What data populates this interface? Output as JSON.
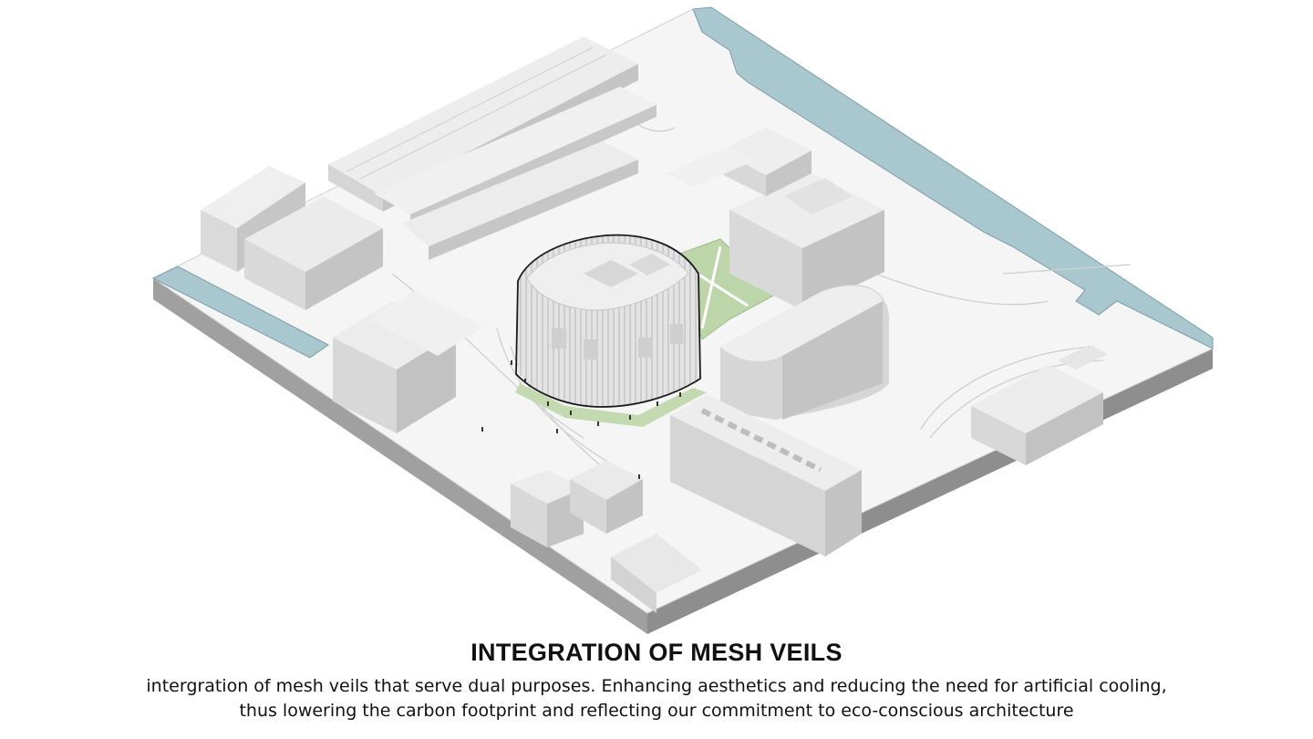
{
  "diagram": {
    "kind": "isometric site axonometric",
    "colors": {
      "water": "#a9c7cf",
      "green": "#bcd5a9",
      "slab_side": "#9b9b9b",
      "ground": "#f4f4f4",
      "building_top": "#ececec",
      "building_left": "#d6d6d6",
      "building_right": "#c4c4c4",
      "mesh_outline": "#1a1a1a"
    },
    "icons": [
      "mesh-veil-building",
      "canal-water",
      "green-park",
      "site-slab"
    ]
  },
  "caption": {
    "title": "INTEGRATION OF MESH VEILS",
    "line1": "intergration of mesh veils that serve dual purposes. Enhancing aesthetics and reducing the need for artificial cooling,",
    "line2": "thus lowering the carbon footprint and reflecting our commitment to eco-conscious architecture"
  }
}
